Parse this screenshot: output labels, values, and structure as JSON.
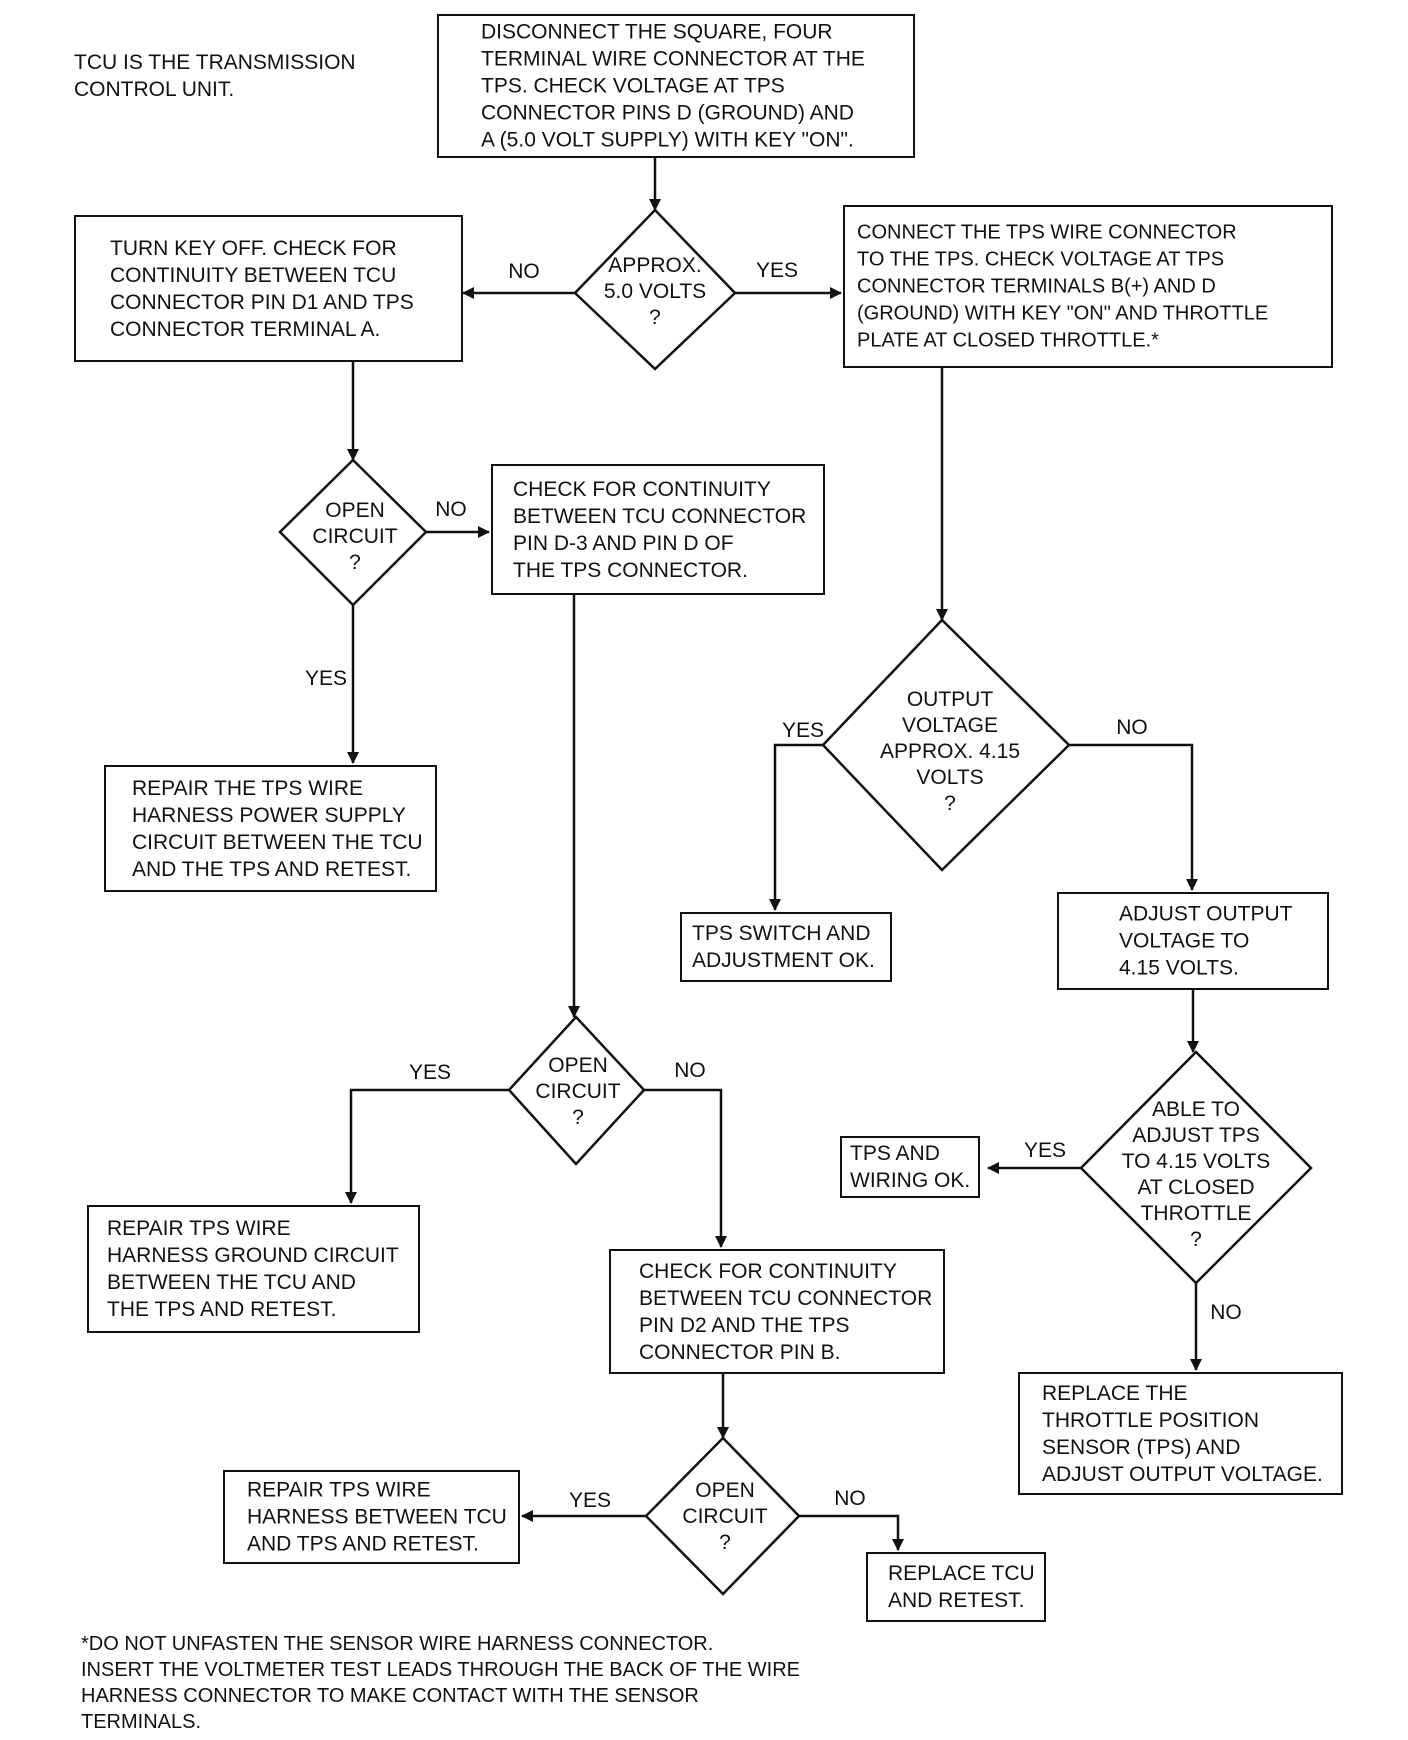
{
  "note_tcu": "TCU IS THE TRANSMISSION\nCONTROL UNIT.",
  "footnote": "*DO NOT UNFASTEN THE SENSOR WIRE HARNESS CONNECTOR.\nINSERT THE VOLTMETER TEST LEADS THROUGH THE BACK OF THE WIRE\nHARNESS CONNECTOR TO MAKE CONTACT WITH THE SENSOR\nTERMINALS.",
  "boxes": {
    "disconnect": "DISCONNECT THE SQUARE, FOUR\nTERMINAL WIRE CONNECTOR AT THE\nTPS. CHECK VOLTAGE AT TPS\nCONNECTOR PINS D (GROUND) AND\nA (5.0 VOLT SUPPLY) WITH KEY \"ON\".",
    "turn_key_off": "TURN KEY OFF. CHECK FOR\nCONTINUITY BETWEEN TCU\nCONNECTOR PIN D1 AND TPS\nCONNECTOR TERMINAL A.",
    "connect_tps": "CONNECT THE TPS WIRE CONNECTOR\nTO THE TPS. CHECK VOLTAGE AT TPS\nCONNECTOR TERMINALS B(+) AND D\n(GROUND) WITH KEY \"ON\" AND THROTTLE\nPLATE AT CLOSED THROTTLE.*",
    "check_d3": "CHECK FOR CONTINUITY\nBETWEEN TCU CONNECTOR\nPIN D-3 AND PIN D OF\nTHE TPS CONNECTOR.",
    "repair_power": "REPAIR THE TPS WIRE\nHARNESS POWER SUPPLY\nCIRCUIT BETWEEN THE TCU\nAND THE TPS AND RETEST.",
    "tps_switch_ok": "TPS SWITCH AND\nADJUSTMENT OK.",
    "adjust_output": "ADJUST OUTPUT\nVOLTAGE TO\n4.15 VOLTS.",
    "repair_ground": "REPAIR TPS WIRE\nHARNESS GROUND CIRCUIT\nBETWEEN THE TCU AND\nTHE TPS AND RETEST.",
    "check_d2": "CHECK FOR CONTINUITY\nBETWEEN TCU CONNECTOR\nPIN D2 AND THE TPS\nCONNECTOR PIN B.",
    "tps_wiring_ok": "TPS AND\nWIRING OK.",
    "replace_tps": "REPLACE THE\nTHROTTLE POSITION\nSENSOR (TPS) AND\nADJUST OUTPUT VOLTAGE.",
    "repair_harness": "REPAIR TPS WIRE\nHARNESS BETWEEN TCU\nAND TPS AND RETEST.",
    "replace_tcu": "REPLACE TCU\nAND RETEST."
  },
  "decisions": {
    "approx_5v": "APPROX.\n5.0 VOLTS\n?",
    "open_circuit_1": "OPEN\nCIRCUIT\n?",
    "output_voltage": "OUTPUT\nVOLTAGE\nAPPROX. 4.15\nVOLTS\n?",
    "open_circuit_2": "OPEN\nCIRCUIT\n?",
    "able_to_adjust": "ABLE TO\nADJUST TPS\nTO 4.15 VOLTS\nAT CLOSED\nTHROTTLE\n?",
    "open_circuit_3": "OPEN\nCIRCUIT\n?"
  },
  "labels": {
    "yes": "YES",
    "no": "NO"
  }
}
